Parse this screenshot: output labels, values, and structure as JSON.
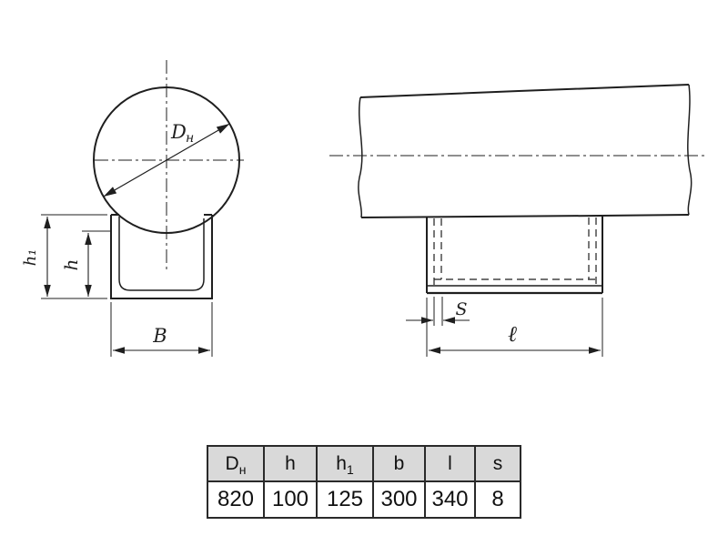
{
  "labels": {
    "diameter_base": "D",
    "diameter_sub": "н",
    "h1": "h₁",
    "h": "h",
    "B": "B",
    "s": "S",
    "l": "ℓ"
  },
  "table": {
    "headers": [
      {
        "base": "D",
        "sub": "н"
      },
      {
        "base": "h",
        "sub": ""
      },
      {
        "base": "h",
        "sub": "1"
      },
      {
        "base": "b",
        "sub": ""
      },
      {
        "base": "l",
        "sub": ""
      },
      {
        "base": "s",
        "sub": ""
      }
    ],
    "values": [
      "820",
      "100",
      "125",
      "300",
      "340",
      "8"
    ]
  },
  "colors": {
    "line": "#1f1f1f",
    "table_header_bg": "#d9d9d9",
    "table_border": "#2a2a2a",
    "background": "#ffffff"
  }
}
